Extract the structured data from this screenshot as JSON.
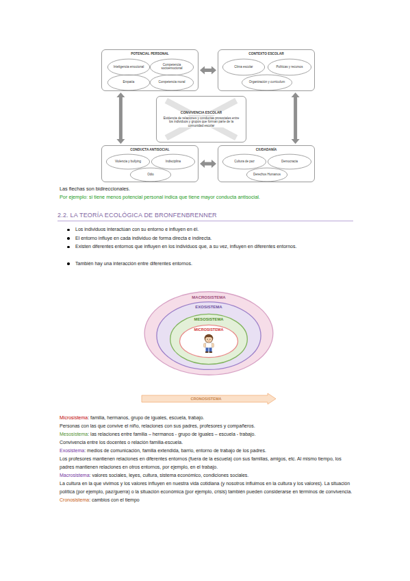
{
  "diagram": {
    "nodes": [
      {
        "text": [
          "POTENCIAL PERSONAL"
        ]
      },
      {
        "text": [
          "Inteligencia emocional"
        ],
        "in": 0
      },
      {
        "text": [
          "Competencia socioemocional"
        ],
        "in": 0
      },
      {
        "text": [
          "Empatía"
        ],
        "in": 0
      },
      {
        "text": [
          "Competencia moral"
        ],
        "in": 0
      },
      {
        "text": [
          "CONTEXTO ESCOLAR"
        ]
      },
      {
        "text": [
          "Clima escolar"
        ],
        "in": 5
      },
      {
        "text": [
          "Políticas y recursos"
        ],
        "in": 5
      },
      {
        "text": [
          "Organización y currículum"
        ],
        "in": 5
      },
      {
        "text": [
          "CONVIVENCIA ESCOLAR",
          "Evidencia de relaciones y conductas prosociales entre los individuos y grupos que forman parte de la comunidad escolar"
        ]
      },
      {
        "text": [
          "CONDUCTA ANTISOCIAL"
        ]
      },
      {
        "text": [
          "Violencia y bullying"
        ],
        "in": 10
      },
      {
        "text": [
          "Indisciplina"
        ],
        "in": 10
      },
      {
        "text": [
          "Odio"
        ],
        "in": 10
      },
      {
        "text": [
          "CIUDADANÍA"
        ]
      },
      {
        "text": [
          "Cultura de paz"
        ],
        "in": 14
      },
      {
        "text": [
          "Democracia"
        ],
        "in": 14
      },
      {
        "text": [
          "Derechos Humanos"
        ],
        "in": 14
      },
      {
        "text": [
          "MACROSISTEMA"
        ]
      },
      {
        "text": [
          "EXOSISTEMA"
        ],
        "in": 18
      },
      {
        "text": [
          "MESOSISTEMA"
        ],
        "in": 19
      },
      {
        "text": [
          "MICROSISTEMA"
        ],
        "in": 20
      },
      {
        "text": [
          "CRONOSISTEMA"
        ]
      }
    ],
    "edges": [
      {
        "from": 0,
        "to": 5,
        "arrow": "both"
      },
      {
        "from": 0,
        "to": 10,
        "arrow": "both"
      },
      {
        "from": 5,
        "to": 14,
        "arrow": "both"
      },
      {
        "from": 10,
        "to": 14,
        "arrow": "both"
      }
    ],
    "labels": [
      "Las flechas son bidireccionales.",
      "Por ejemplo: si tiene menos potencial personal indica que tiene mayor conducta antisocial.",
      "2.2. LA TEORÍA ECOLÓGICA DE BRONFENBRENNER",
      "Los individuos interactúan con su entorno e influyen en él.",
      "El entorno influye en cada individuo de forma directa e indirecta.",
      "Existen diferentes entornos que influyen en los individuos que, a su vez, influyen en diferentes entornos.",
      "También hay una interacción entre diferentes entornos.",
      "Microsistema",
      ": familia, hermanos, grupo de iguales, escuela, trabajo.",
      "Personas con las que convive el niño, relaciones con sus padres, profesores y compañeros.",
      "Mesosistema",
      ": las relaciones entre familia – hermanos - grupo de iguales – escuela - trabajo.",
      "Convivencia entre los docentes o relación familia-escuela.",
      "Exosistema",
      ": medios de comunicación, familia extendida, barrio, entorno de trabajo de los padres.",
      "Los profesores mantienen relaciones en diferentes entornos (fuera de la escuela) con sus familias, amigos, etc. Al mismo tiempo, los padres mantienen relaciones en otros entornos, por ejemplo, en el trabajo.",
      "Macrosistema",
      ": valores sociales, leyes, cultura, sistema económico, condiciones sociales.",
      "La cultura en la que vivimos y los valores influyen en nuestra vida cotidiana (y nosotros influimos en la cultura y los valores). La situación política (por ejemplo, paz/guerra) o la situación económica (por ejemplo, crisis) también pueden considerarse en términos de convivencia.",
      "Cronosistema",
      ": cambios con el tiempo"
    ]
  }
}
